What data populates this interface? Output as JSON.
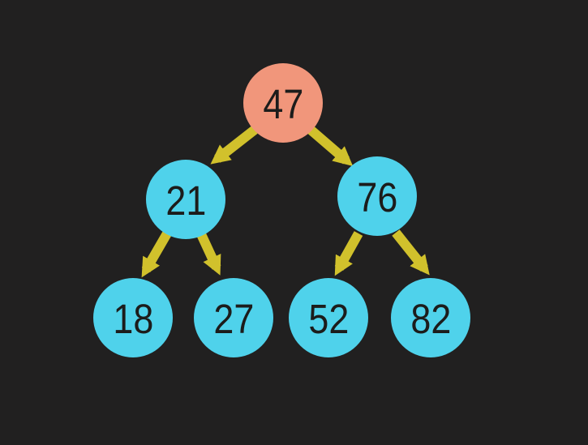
{
  "colors": {
    "background": "#212020",
    "root_node_fill": "#F1967B",
    "child_node_fill": "#4FD2EB",
    "arrow": "#D1C12C",
    "node_text": "#1C1C1B"
  },
  "tree": {
    "type": "binary-tree",
    "root_label": "47",
    "nodes": [
      {
        "id": "47",
        "label": "47",
        "level": 0,
        "role": "root"
      },
      {
        "id": "21",
        "label": "21",
        "level": 1,
        "parent": "47",
        "side": "left"
      },
      {
        "id": "76",
        "label": "76",
        "level": 1,
        "parent": "47",
        "side": "right"
      },
      {
        "id": "18",
        "label": "18",
        "level": 2,
        "parent": "21",
        "side": "left"
      },
      {
        "id": "27",
        "label": "27",
        "level": 2,
        "parent": "21",
        "side": "right"
      },
      {
        "id": "52",
        "label": "52",
        "level": 2,
        "parent": "76",
        "side": "left"
      },
      {
        "id": "82",
        "label": "82",
        "level": 2,
        "parent": "76",
        "side": "right"
      }
    ],
    "edges": [
      {
        "from": "47",
        "to": "21"
      },
      {
        "from": "47",
        "to": "76"
      },
      {
        "from": "21",
        "to": "18"
      },
      {
        "from": "21",
        "to": "27"
      },
      {
        "from": "76",
        "to": "52"
      },
      {
        "from": "76",
        "to": "82"
      }
    ]
  }
}
